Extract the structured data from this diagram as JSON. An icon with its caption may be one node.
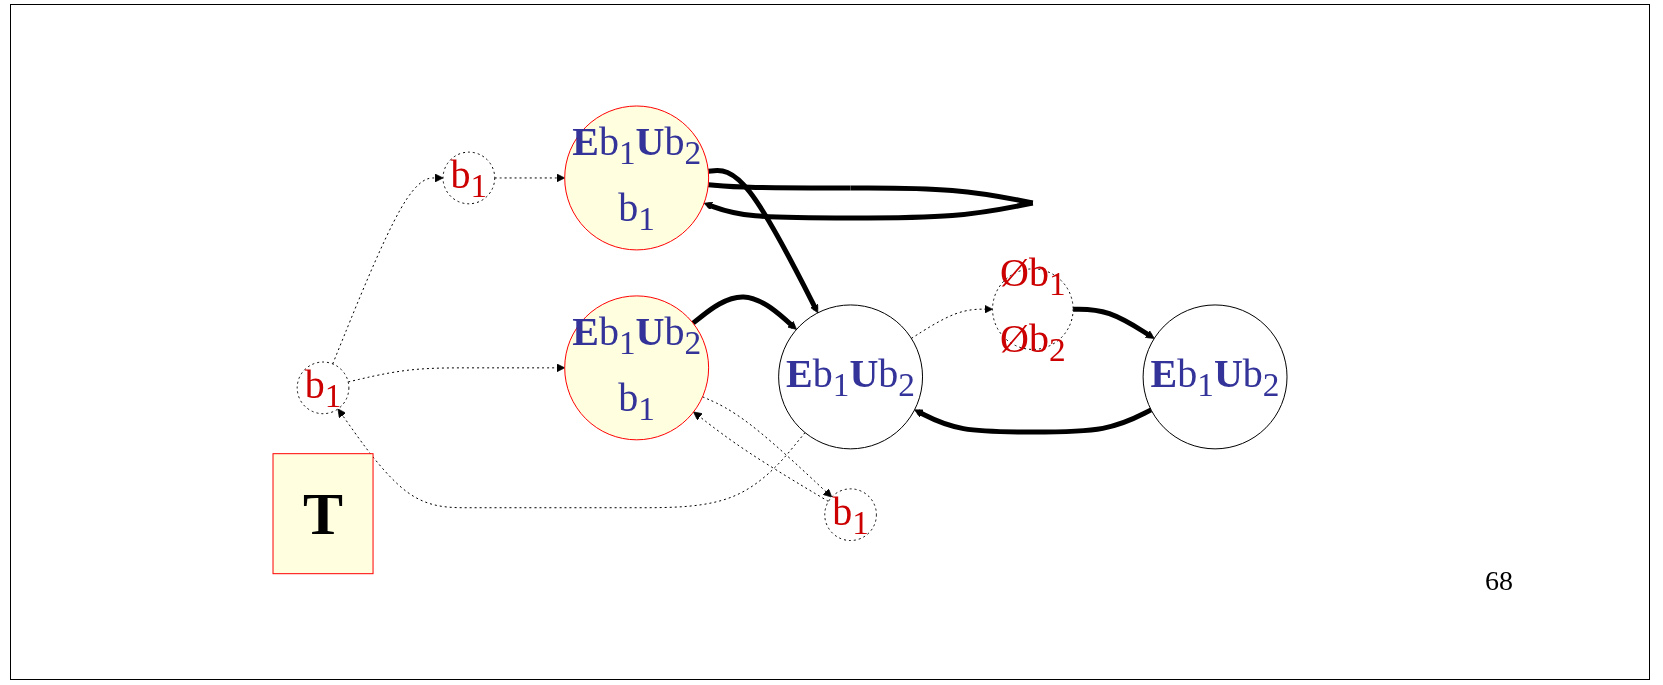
{
  "diagram": {
    "nodes": [
      {
        "text": [
          "b$_{1}$"
        ]
      },
      {
        "text": [
          "b$_{1}$"
        ]
      },
      {
        "text": [
          "**E**b$_{1}$**U**b$_{2}$",
          "b$_{1}$"
        ]
      },
      {
        "text": [
          "**E**b$_{1}$**U**b$_{2}$"
        ]
      },
      {
        "text": [
          "**E**b$_{1}$**U**b$_{2}$",
          "b$_{1}$"
        ]
      },
      {
        "text": [
          "Øb$_{1}$",
          "Øb$_{2}$"
        ]
      },
      {
        "text": [
          "**E**b$_{1}$**U**b$_{2}$"
        ]
      },
      {
        "text": [
          "b$_{1}$"
        ]
      },
      {
        "text": [
          "T"
        ]
      }
    ],
    "edges": [
      {
        "from": 0,
        "to": 1,
        "arrow": "to",
        "style": "dashed"
      },
      {
        "from": 1,
        "to": 2,
        "arrow": "to",
        "style": "dashed"
      },
      {
        "from": 2,
        "to": 3,
        "arrow": "to",
        "style": "thick"
      },
      {
        "from": 2,
        "to": 2,
        "arrow": "to",
        "style": "thick"
      },
      {
        "from": 3,
        "to": 0,
        "arrow": "to",
        "style": "dashed"
      },
      {
        "from": 0,
        "to": 4,
        "arrow": "to",
        "style": "dashed"
      },
      {
        "from": 4,
        "to": 3,
        "arrow": "to",
        "style": "thick"
      },
      {
        "from": 3,
        "to": 5,
        "arrow": "to",
        "style": "dashed"
      },
      {
        "from": 5,
        "to": 6,
        "arrow": "to",
        "style": "thick"
      },
      {
        "from": 6,
        "to": 3,
        "arrow": "to",
        "style": "thick"
      },
      {
        "from": 4,
        "to": 7,
        "arrow": "to",
        "style": "dashed"
      },
      {
        "from": 7,
        "to": 4,
        "arrow": "to",
        "style": "dashed"
      }
    ],
    "labels": [
      "68"
    ]
  }
}
